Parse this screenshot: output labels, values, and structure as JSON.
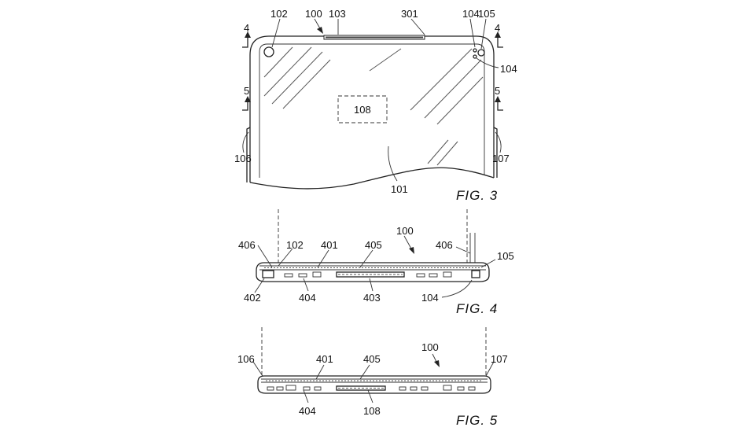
{
  "figures": {
    "fig3": {
      "caption": "FIG. 3",
      "labels": {
        "l102": "102",
        "l100": "100",
        "l103": "103",
        "l301": "301",
        "l104a": "104",
        "l105": "105",
        "l104b": "104",
        "l4a": "4",
        "l4b": "4",
        "l5a": "5",
        "l5b": "5",
        "l108": "108",
        "l106": "106",
        "l107": "107",
        "l101": "101"
      }
    },
    "fig4": {
      "caption": "FIG. 4",
      "labels": {
        "l100": "100",
        "l406a": "406",
        "l102": "102",
        "l401": "401",
        "l405": "405",
        "l406b": "406",
        "l105": "105",
        "l402": "402",
        "l404": "404",
        "l403": "403",
        "l104": "104"
      }
    },
    "fig5": {
      "caption": "FIG. 5",
      "labels": {
        "l100": "100",
        "l106": "106",
        "l401": "401",
        "l405": "405",
        "l107": "107",
        "l404": "404",
        "l108": "108"
      }
    }
  }
}
